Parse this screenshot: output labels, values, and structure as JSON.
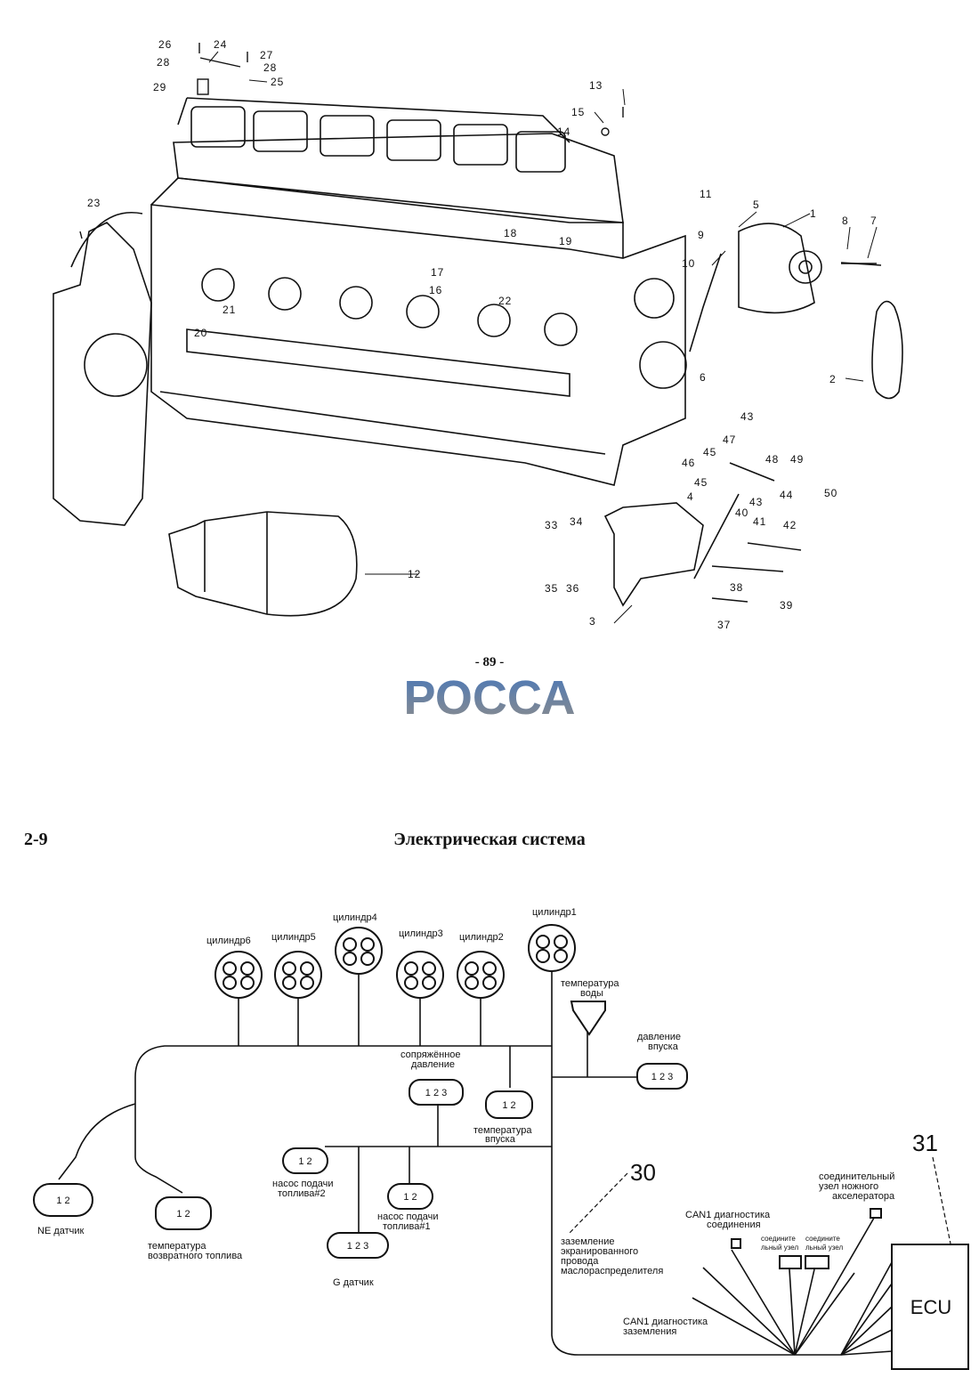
{
  "engine_diagram": {
    "callouts": [
      "1",
      "2",
      "3",
      "4",
      "5",
      "6",
      "7",
      "8",
      "9",
      "10",
      "11",
      "12",
      "13",
      "14",
      "15",
      "16",
      "17",
      "18",
      "19",
      "20",
      "21",
      "22",
      "23",
      "24",
      "25",
      "26",
      "27",
      "28",
      "28",
      "29",
      "33",
      "34",
      "35",
      "36",
      "37",
      "38",
      "39",
      "40",
      "41",
      "42",
      "43",
      "43",
      "44",
      "45",
      "45",
      "46",
      "47",
      "48",
      "49",
      "50"
    ]
  },
  "page_number": "- 89 -",
  "logo_text": "РОССА",
  "section": {
    "number": "2-9",
    "title": "Электрическая система"
  },
  "wiring": {
    "cylinders": {
      "c1": "цилиндр1",
      "c2": "цилиндр2",
      "c3": "цилиндр3",
      "c4": "цилиндр4",
      "c5": "цилиндр5",
      "c6": "цилиндр6"
    },
    "water_temp": [
      "температура",
      "воды"
    ],
    "intake_pressure": [
      "давление",
      "впуска"
    ],
    "rail_pressure": [
      "сопряжённое",
      "давление"
    ],
    "intake_temp": [
      "температура",
      "впуска"
    ],
    "fuel_pump_2": [
      "насос подачи",
      "топлива#2"
    ],
    "fuel_pump_1": [
      "насос подачи",
      "топлива#1"
    ],
    "ne_sensor": "NE датчик",
    "return_fuel_temp": [
      "температура",
      "возвратного топлива"
    ],
    "g_sensor": "G датчик",
    "ref_30": "30",
    "ref_31": "31",
    "shield_ground": [
      "заземление",
      "экранированного",
      "провода",
      "маслораспределителя"
    ],
    "can1_diag_conn": [
      "CAN1 диагностика",
      "соединения"
    ],
    "accel_node": [
      "соединительный",
      "узел ножного",
      "акселератора"
    ],
    "node_a": [
      "соедините",
      "льный узел"
    ],
    "node_b": [
      "соедините",
      "льный узел"
    ],
    "can1_diag_ground": [
      "CAN1 диагностика",
      "заземления"
    ],
    "ecu": "ECU",
    "pins": {
      "p12": "1 2",
      "p123": "1 2 3"
    }
  },
  "colors": {
    "ink": "#111111",
    "logo_blue": "#4a78b8",
    "logo_grey": "#8c8c8c"
  }
}
